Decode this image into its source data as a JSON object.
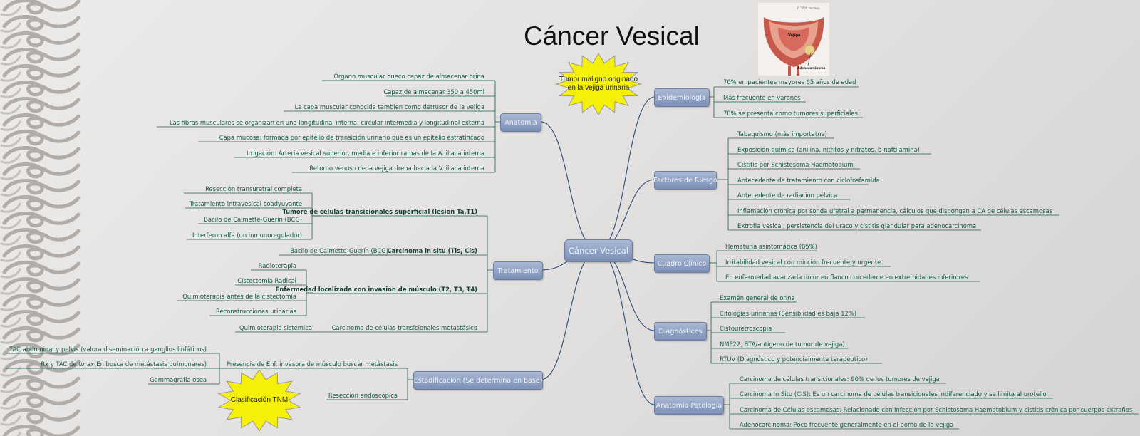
{
  "title": "Cáncer Vesical",
  "center": "Cáncer Vesical",
  "image": {
    "copyright": "© 2005 Nucleus",
    "label_vejiga": "Vejiga",
    "label_adeno": "Adenocarcinoma"
  },
  "bursts": {
    "definition": "Tumor maligno originado en la vejiga urinaria",
    "staging": "Clasificación TNM"
  },
  "branches": {
    "anatomia": {
      "label": "Anatomia",
      "items": [
        "Órgano muscular hueco capaz de almacenar orina",
        "Capaz de almacenar 350 a 450ml",
        "La capa muscular conocida tambien como detrusor de la vejiga",
        "Las fibras musculares se organizan en una longitudinal interna, circular intermedia y longitudinal externa",
        "Capa mucosa: formada por epitelio de transición  urinario que es un epitelio estratificado",
        "Irrigación: Arteria vesical superior, media e inferior ramas de la A. iliaca interna",
        "Retorno venoso de la vejiga drena hacia la V. iliaca interna"
      ]
    },
    "tratamiento": {
      "label": "Tratamiento",
      "sub1": {
        "label": "Tumore de células transicionales superficial (lesion Ta,T1)",
        "items": [
          "Resecciòn transuretral completa",
          "Tratamiento intravesical coadyuvante",
          "Bacilo de Calmette-Guerín (BCG)",
          "Interferon alfa (un inmunoregulador)"
        ]
      },
      "sub2": {
        "label": "Carcinoma in situ (Tis, Cis)",
        "items": [
          "Bacilo de Calmette-Guerín (BCG)"
        ]
      },
      "sub3": {
        "label": "Enfermedad localizada con invasión de músculo (T2, T3, T4)",
        "items": [
          "Radioterapia",
          "Cistectomía Radical",
          "Quimioterapia antes de la cistectomía",
          "Reconstrucciones urinarias"
        ]
      },
      "sub4": {
        "label": "Carcinoma de células transicionales metastásico",
        "items": [
          "Quimioterapia sistémica"
        ]
      }
    },
    "estadificacion": {
      "label": "Estadificación (Se determina  en base)",
      "sub1": {
        "label": "Presencia de Enf. invasora de músculo buscar metástasis",
        "items": [
          "TAC abdominal y pelvis (valora diseminación a ganglios linfáticos)",
          "Rx y TAC de tórax(En busca de metástasis pulmonares)",
          "Gammagrafía osea"
        ]
      },
      "sub2": {
        "label": "Resección endoscópica"
      }
    },
    "epidemiologia": {
      "label": "Epidemiología",
      "items": [
        "70% en pacientes mayores 65 años de edad",
        "Más frecuente en varones",
        "70% se presenta como tumores superficiales"
      ]
    },
    "factores": {
      "label": "Factores de Riesgo",
      "items": [
        "Tabaquismo (más importatne)",
        "Exposición química (anilina, nitritos y nitratos, b-naftilamina)",
        "Cistitis por Schistosoma Haematobium",
        "Antecedente de tratamiento con ciclofosfamida",
        "Antecedente de radiación pélvica",
        "Inflamación crónica por sonda uretral a permanencia, cálculos que dispongan a CA de células escamosas",
        "Extrofia vesical, persistencia del uraco y cistitis glandular para adenocarcinoma"
      ]
    },
    "cuadro": {
      "label": "Cuadro Clínico",
      "items": [
        "Hematuria asintomática (85%)",
        "Irritabilidad vesical con micción frecuente y urgente",
        "En enfermedad avanzada dolor en flanco con edeme en extremidades inferirores"
      ]
    },
    "diagnosticos": {
      "label": "Diagnósticos",
      "items": [
        "Examén general de orina",
        "Citologías urinarias (Sensiblidad es baja 12%)",
        "Cistouretroscopia",
        "NMP22, BTA/antígeno de tumor de vejiga)",
        "RTUV (Diagnóstico y potencialmente terapéutico)"
      ]
    },
    "patologia": {
      "label": "Anatomía Patología",
      "items": [
        "Carcinoma de células transicionales: 90% de los tumores de vejiga",
        "Carcinoma In Situ (CIS): Es un carcinoma de células transicionales indiferenciado y se limita al urotelio",
        "Carcinoma de Células escamosas: Relacionado con Infección por Schistosoma Haematobium y cistitis crónica por cuerpos extraños",
        "Adenocarcinoma: Poco frecuente generalmente en el domo de la vejiga"
      ]
    }
  }
}
